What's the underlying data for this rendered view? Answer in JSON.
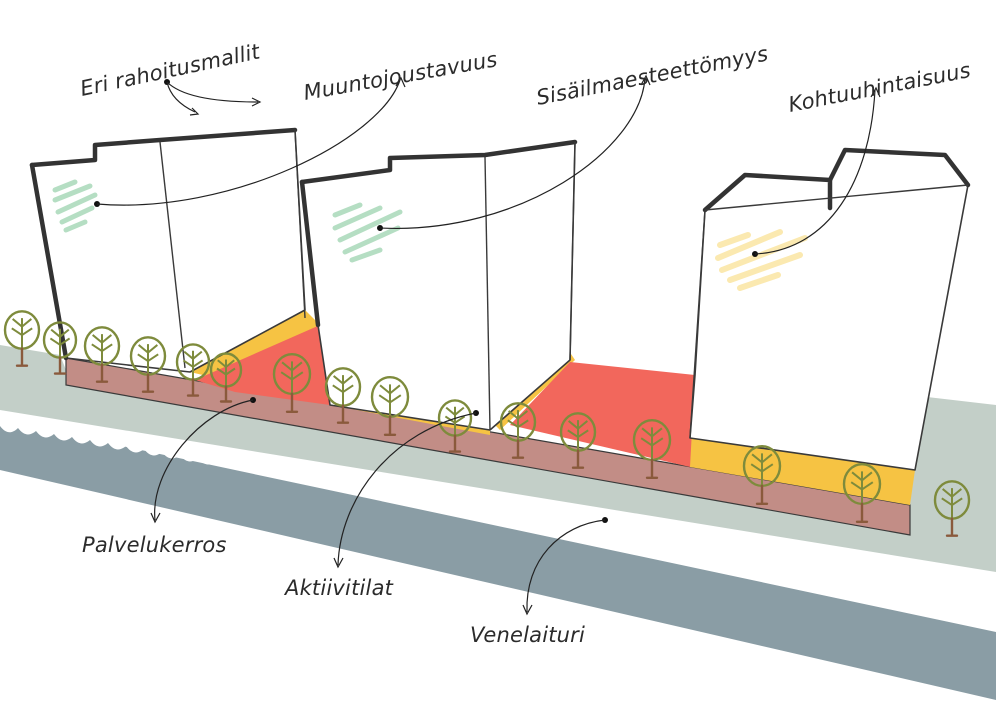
{
  "labels": {
    "eri_rahoitusmallit": "Eri rahoitusmallit",
    "muuntojoustavuus": "Muuntojoustavuus",
    "sisailmaesteettomyys": "Sisäilmaesteettömyys",
    "kohtuuhintaisuus": "Kohtuuhintaisuus",
    "palvelukerros": "Palvelukerros",
    "aktiivitilat": "Aktiivitilat",
    "venelaituri": "Venelaituri"
  },
  "colors": {
    "ground": "#c3cfc8",
    "water": "#8a9da5",
    "plinth": "#c28d86",
    "yellow_band": "#f6c343",
    "red_zone": "#f2675c",
    "green_scribble": "#a8d8b8",
    "yellow_scribble": "#fbe9b0",
    "tree": "#7e8b3c",
    "trunk": "#8a5a3c"
  },
  "icons": {
    "tree": "tree-icon",
    "scribble": "scribble-mark"
  }
}
